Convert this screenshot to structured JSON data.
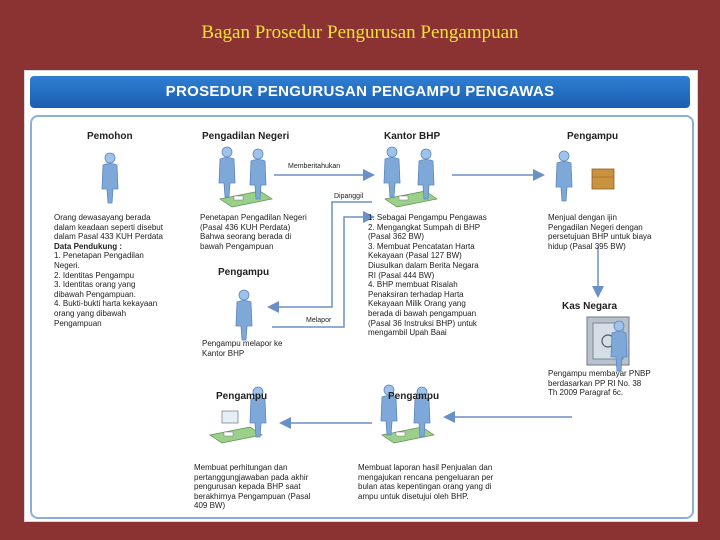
{
  "slide": {
    "title": "Bagan Prosedur Pengurusan Pengampuan"
  },
  "diagram": {
    "header": "PROSEDUR PENGURUSAN PENGAMPU PENGAWAS",
    "nodes": {
      "pemohon": {
        "label": "Pemohon",
        "desc": [
          "Orang dewasayang berada",
          "dalam keadaan seperti disebut",
          "dalam Pasal 433 KUH Perdata",
          "Data Pendukung :",
          "1.  Penetapan Pengadilan",
          "     Negeri.",
          "2.  Identitas Pengampu",
          "3.  Identitas orang yang",
          "     dibawah Pengampuan.",
          "4.  Bukti-bukti harta kekayaan",
          "     orang yang dibawah",
          "     Pengampuan"
        ]
      },
      "pengadilan": {
        "label": "Pengadilan Negeri",
        "desc": [
          "Penetapan Pengadilan Negeri",
          "(Pasal 436 KUH Perdata)",
          "Bahwa seorang berada di",
          "bawah Pengampuan"
        ]
      },
      "kantor_bhp": {
        "label": "Kantor BHP",
        "desc": [
          "1.  Sebagai Pengampu Pengawas",
          "2.  Mengangkat Sumpah di BHP",
          "     (Pasal 362 BW)",
          "3.  Membuat Pencatatan Harta",
          "     Kekayaan (Pasal 127 BW)",
          "     Diusulkan dalam Berita Negara",
          "     RI (Pasal 444 BW)",
          "4.  BHP membuat Risalah",
          "     Penaksiran terhadap Harta",
          "     Kekayaan Milik Orang yang",
          "     berada di bawah pengampuan",
          "     (Pasal 36 Instruksi BHP) untuk",
          "     mengambil Upah Baai"
        ]
      },
      "pengampu_1": {
        "label": "Pengampu",
        "desc": [
          "Menjual dengan ijin",
          "Pengadilan Negeri dengan",
          "persetujuan BHP untuk biaya",
          "hidup (Pasal 395 BW)"
        ]
      },
      "pengampu_2": {
        "label": "Pengampu",
        "desc": [
          "Pengampu melapor ke",
          "Kantor BHP"
        ]
      },
      "kas_negara": {
        "label": "Kas Negara",
        "desc": [
          "Pengampu membayar PNBP",
          "berdasarkan PP RI No. 38",
          "Th 2009 Paragraf 6c."
        ]
      },
      "pengampu_3": {
        "label": "Pengampu",
        "desc": [
          "Membuat laporan hasil Penjualan dan",
          "mengajukan rencana pengeluaran per",
          "bulan atas kepentingan orang yang di",
          "ampu untuk disetujui oleh BHP."
        ]
      },
      "pengampu_4": {
        "label": "Pengampu",
        "desc": [
          "Membuat perhitungan dan",
          "pertanggungjawaban pada akhir",
          "pengurusan kepada BHP saat",
          "berakhirnya Pengampuan (Pasal",
          "409 BW)"
        ]
      }
    },
    "arrows": {
      "memberitahukan": "Memberitahukan",
      "dipanggil": "Dipanggil",
      "melapor": "Melapor"
    },
    "colors": {
      "background": "#8b3232",
      "title_text": "#f3e13a",
      "header_bar": "#1f6ac2",
      "connector": "#6b8fc7",
      "person": "#7ea8d8"
    }
  }
}
